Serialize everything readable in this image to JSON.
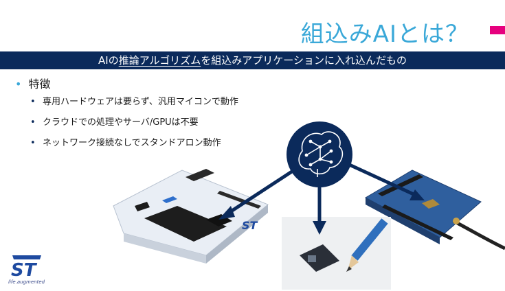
{
  "slide": {
    "title": "組込みAIとは？",
    "banner": {
      "pre": "AIの",
      "underlined": "推論アルゴリズム",
      "post": "を組込みアプリケーションに入れ込んだもの"
    },
    "feature_heading": "特徴",
    "bullets": [
      "専用ハードウェアは要らず、汎用マイコンで動作",
      "クラウドでの処理やサーバ/GPUは不要",
      "ネットワーク接続なしでスタンドアロン動作"
    ],
    "logo_tagline": "life.augmented"
  },
  "colors": {
    "title": "#3aa8d8",
    "accent": "#e6007e",
    "banner_bg": "#0b2a5b",
    "arrow": "#0b2a5b"
  },
  "icons": {
    "brain": "brain-network-icon",
    "bullet": "bullet-dot",
    "logo": "st-logo"
  }
}
